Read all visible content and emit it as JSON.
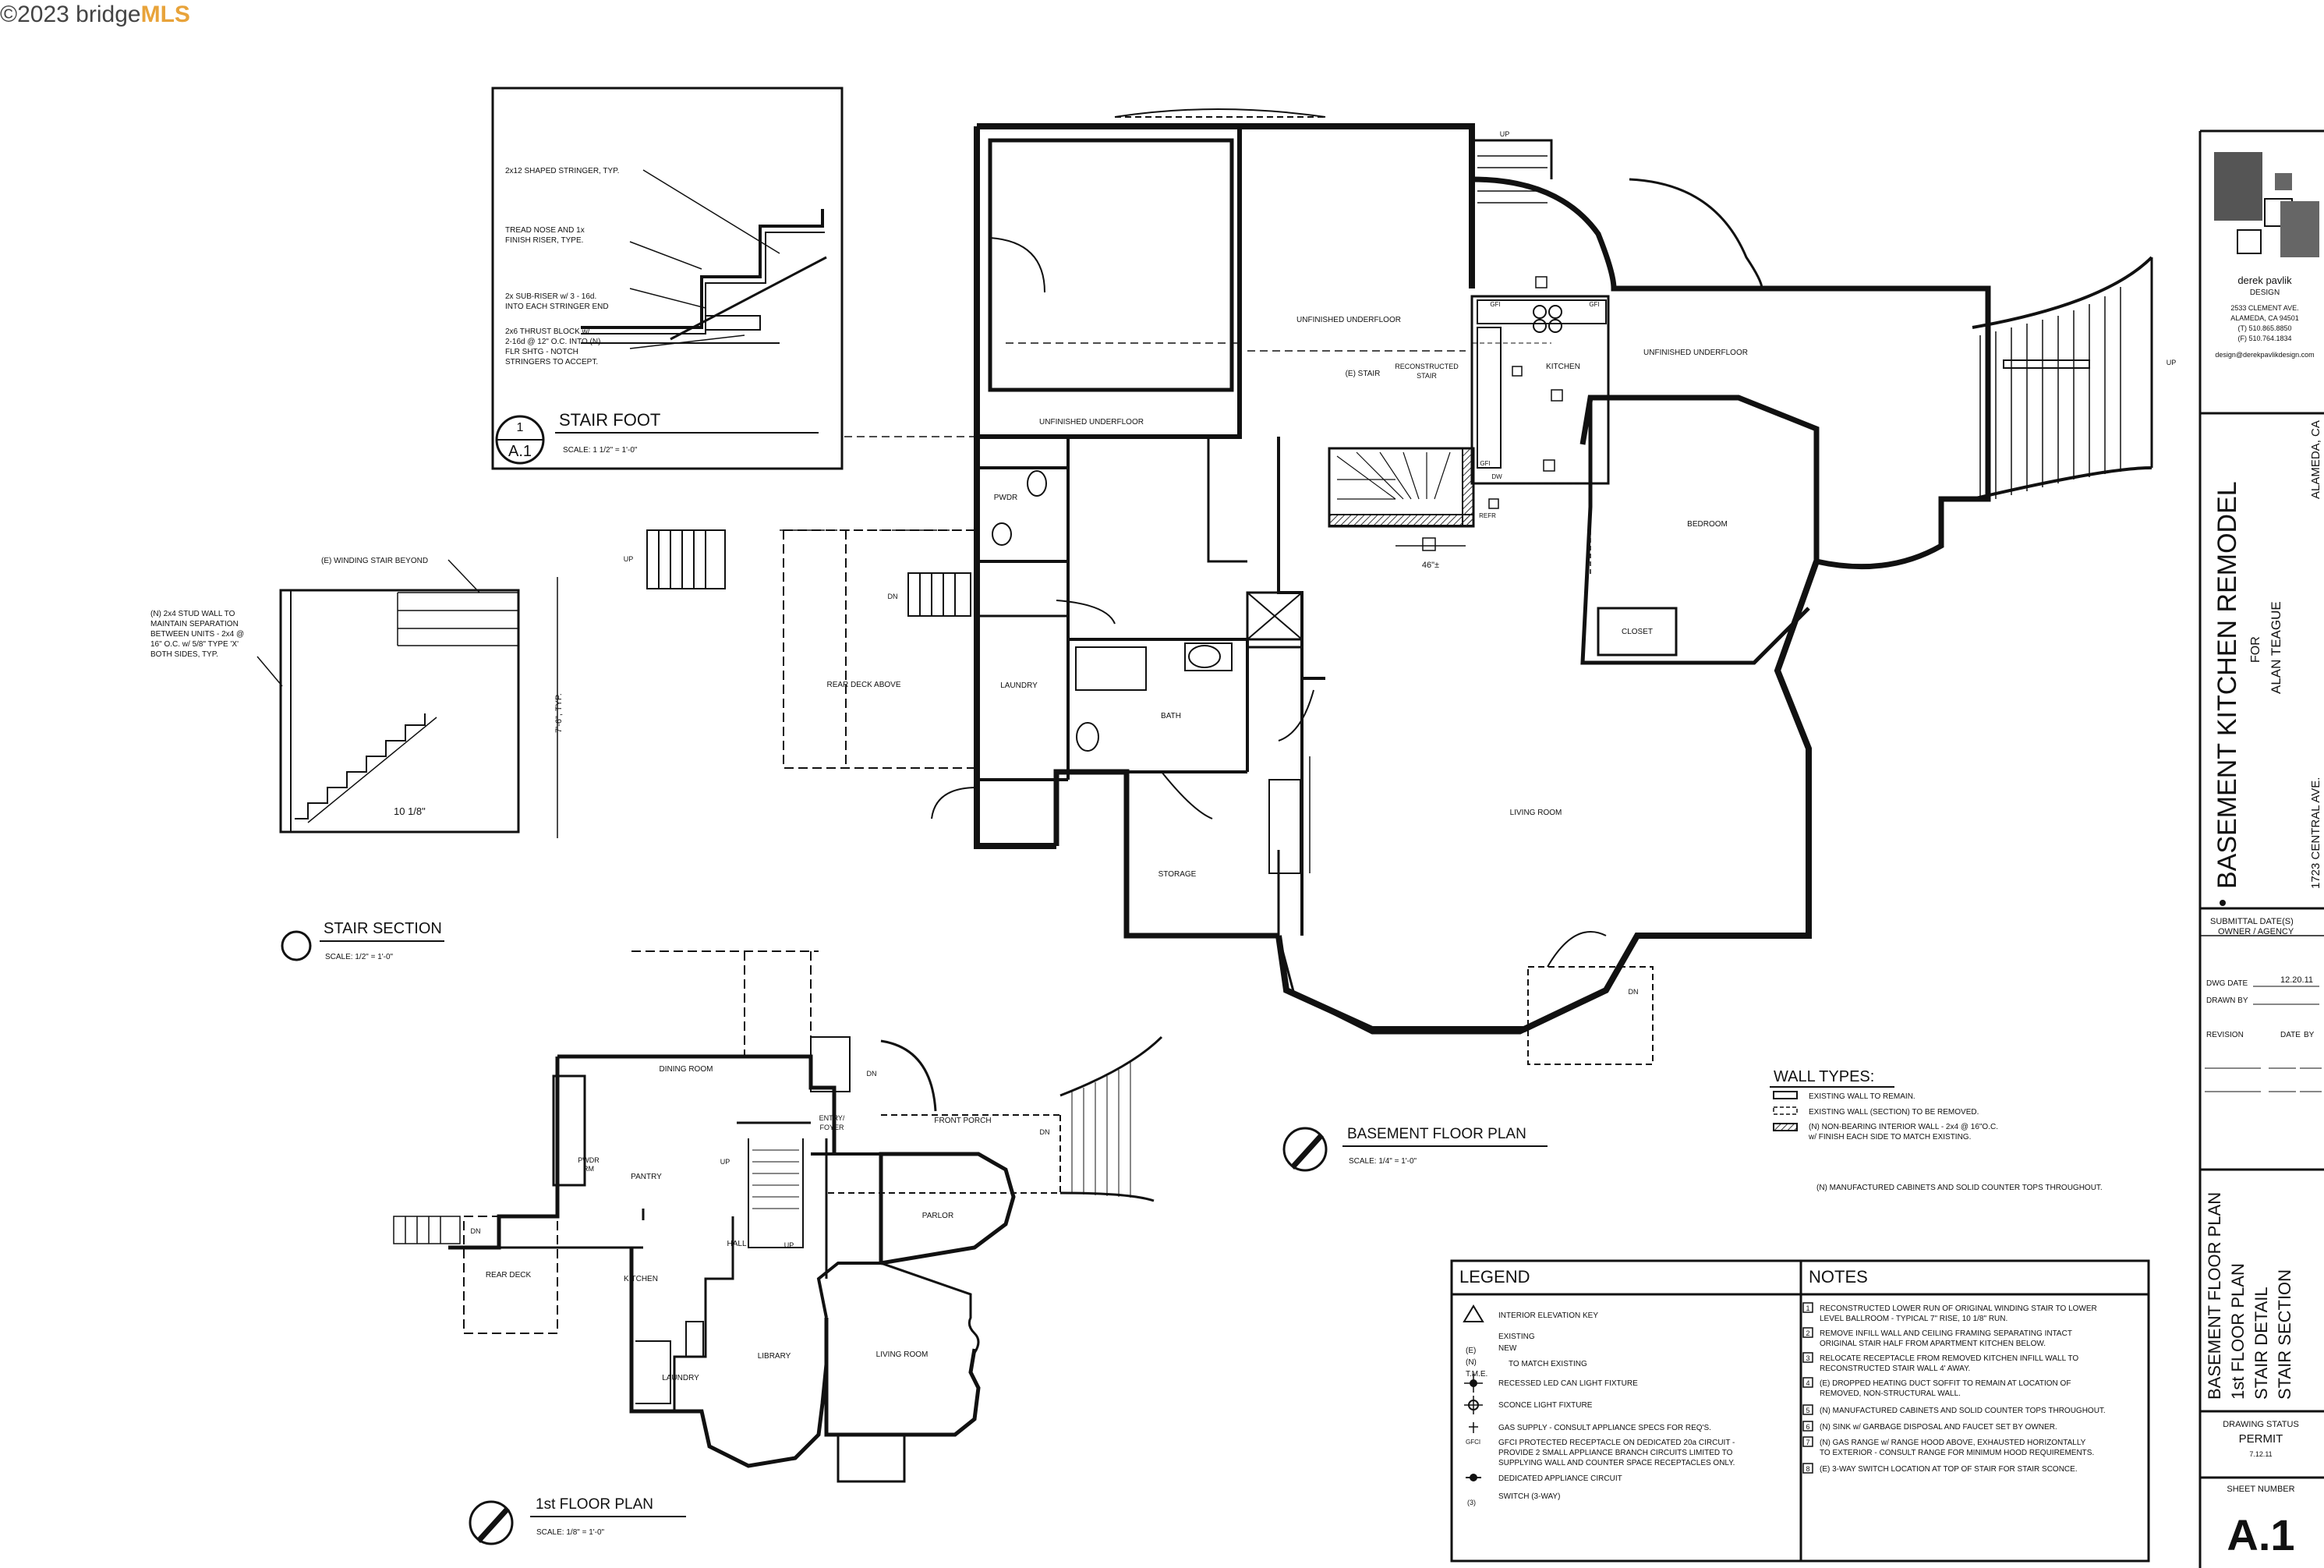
{
  "watermark": {
    "prefix": "©2023 bridge",
    "brand": "MLS"
  },
  "stair_foot": {
    "title": "STAIR FOOT",
    "detail_num": "1",
    "sheet": "A.1",
    "scale": "SCALE: 1 1/2\" = 1'-0\"",
    "notes": [
      "2x12 SHAPED STRINGER, TYP.",
      "TREAD NOSE AND 1x",
      "FINISH RISER, TYPE.",
      "2x SUB-RISER w/ 3 - 16d.",
      "INTO EACH STRINGER END",
      "2x6 THRUST BLOCK w/",
      "2-16d @ 12\" O.C. INTO (N)",
      "FLR SHTG - NOTCH",
      "STRINGERS TO ACCEPT."
    ]
  },
  "stair_section": {
    "title": "STAIR SECTION",
    "scale": "SCALE: 1/2\" = 1'-0\"",
    "beyond_note": "(E) WINDING STAIR BEYOND",
    "wall_notes": [
      "(N) 2x4 STUD WALL TO",
      "MAINTAIN SEPARATION",
      "BETWEEN UNITS - 2x4 @",
      "16\" O.C. w/ 5/8\" TYPE 'X'",
      "BOTH SIDES, TYP."
    ],
    "height_dim": "7'-6\", TYP.",
    "run_dim": "10 1/8\""
  },
  "basement": {
    "title": "BASEMENT FLOOR PLAN",
    "scale": "SCALE: 1/4\" = 1'-0\"",
    "rooms": {
      "unfinished_1": "UNFINISHED UNDERFLOOR",
      "unfinished_2": "UNFINISHED UNDERFLOOR",
      "unfinished_3": "UNFINISHED UNDERFLOOR",
      "e_stair": "(E) STAIR",
      "recon_stair_1": "RECONSTRUCTED",
      "recon_stair_2": "STAIR",
      "kitchen": "KITCHEN",
      "bedroom": "BEDROOM",
      "closet": "CLOSET",
      "pwdr": "PWDR",
      "laundry": "LAUNDRY",
      "bath": "BATH",
      "rear_deck": "REAR DECK ABOVE",
      "storage": "STORAGE",
      "living": "LIVING ROOM"
    },
    "marks": {
      "up": "UP",
      "dn": "DN",
      "dim_46": "46\"±",
      "gfi": "GFI",
      "refr": "REFR",
      "dw": "DW"
    }
  },
  "first_floor": {
    "title": "1st FLOOR PLAN",
    "scale": "SCALE: 1/8\" = 1'-0\"",
    "rooms": {
      "dining": "DINING ROOM",
      "entry_1": "ENTRY/",
      "entry_2": "FOYER",
      "front_porch": "FRONT PORCH",
      "pwdr_1": "PWDR",
      "pwdr_2": "RM",
      "pantry": "PANTRY",
      "hall": "HALL",
      "parlor": "PARLOR",
      "rear_deck": "REAR DECK",
      "kitchen": "KITCHEN",
      "library": "LIBRARY",
      "living": "LIVING ROOM",
      "laundry": "LAUNDRY"
    },
    "marks": {
      "up": "UP",
      "dn": "DN"
    }
  },
  "wall_types": {
    "title": "WALL TYPES:",
    "items": [
      "EXISTING WALL TO REMAIN.",
      "EXISTING WALL (SECTION) TO BE REMOVED."
    ],
    "new_wall_1": "(N) NON-BEARING INTERIOR WALL - 2x4 @ 16\"O.C.",
    "new_wall_2": "w/ FINISH EACH SIDE TO MATCH EXISTING.",
    "cabinet_note": "(N) MANUFACTURED CABINETS AND SOLID COUNTER TOPS THROUGHOUT."
  },
  "legend": {
    "title": "LEGEND",
    "items": [
      {
        "symbol": "",
        "text": "INTERIOR ELEVATION KEY"
      },
      {
        "symbol": "(E)",
        "text": "EXISTING"
      },
      {
        "symbol": "(N)",
        "text": "NEW"
      },
      {
        "symbol": "T.M.E.",
        "text": "TO MATCH EXISTING"
      },
      {
        "symbol": "",
        "text": "RECESSED LED CAN LIGHT FIXTURE"
      },
      {
        "symbol": "",
        "text": "SCONCE LIGHT FIXTURE"
      },
      {
        "symbol": "",
        "text": "GAS SUPPLY - CONSULT APPLIANCE SPECS FOR REQ'S."
      },
      {
        "symbol": "GFCI",
        "text": "GFCI PROTECTED RECEPTACLE ON DEDICATED 20a CIRCUIT -"
      },
      {
        "symbol": "",
        "text": "PROVIDE 2 SMALL APPLIANCE BRANCH CIRCUITS LIMITED TO"
      },
      {
        "symbol": "",
        "text": "SUPPLYING WALL AND COUNTER SPACE RECEPTACLES ONLY."
      },
      {
        "symbol": "",
        "text": "DEDICATED APPLIANCE CIRCUIT"
      },
      {
        "symbol": "(3)",
        "text": "SWITCH (3-WAY)"
      }
    ]
  },
  "notes": {
    "title": "NOTES",
    "items": [
      {
        "num": "1",
        "lines": [
          "RECONSTRUCTED LOWER RUN OF ORIGINAL WINDING STAIR TO LOWER",
          "LEVEL BALLROOM - TYPICAL 7\" RISE, 10 1/8\" RUN."
        ]
      },
      {
        "num": "2",
        "lines": [
          "REMOVE INFILL WALL AND CEILING FRAMING SEPARATING INTACT",
          "ORIGINAL STAIR HALF FROM APARTMENT KITCHEN BELOW."
        ]
      },
      {
        "num": "3",
        "lines": [
          "RELOCATE RECEPTACLE FROM REMOVED KITCHEN INFILL WALL TO",
          "RECONSTRUCTED STAIR WALL 4' AWAY."
        ]
      },
      {
        "num": "4",
        "lines": [
          "(E) DROPPED HEATING DUCT SOFFIT TO REMAIN AT LOCATION OF",
          "REMOVED, NON-STRUCTURAL WALL."
        ]
      },
      {
        "num": "5",
        "lines": [
          "(N) MANUFACTURED CABINETS AND SOLID COUNTER TOPS THROUGHOUT."
        ]
      },
      {
        "num": "6",
        "lines": [
          "(N) SINK w/ GARBAGE DISPOSAL AND FAUCET SET BY OWNER."
        ]
      },
      {
        "num": "7",
        "lines": [
          "(N) GAS RANGE w/ RANGE HOOD ABOVE, EXHAUSTED HORIZONTALLY",
          "TO EXTERIOR - CONSULT RANGE FOR MINIMUM HOOD REQUIREMENTS."
        ]
      },
      {
        "num": "8",
        "lines": [
          "(E) 3-WAY SWITCH LOCATION AT TOP OF STAIR FOR STAIR SCONCE."
        ]
      }
    ]
  },
  "title_block": {
    "firm": "derek pavlik",
    "firm_sub": "DESIGN",
    "address": [
      "2533 CLEMENT AVE.",
      "ALAMEDA, CA 94501",
      "(T) 510.865.8850",
      "(F) 510.764.1834",
      "design@derekpavlikdesign.com"
    ],
    "project": "BASEMENT KITCHEN REMODEL",
    "for": "FOR",
    "client": "ALAN TEAGUE",
    "city": "ALAMEDA, CA",
    "site": "1723 CENTRAL AVE.",
    "submittal_1": "SUBMITTAL DATE(S)",
    "submittal_2": "OWNER / AGENCY",
    "dwg_date_label": "DWG DATE",
    "dwg_date": "12.20.11",
    "drawn_by": "DRAWN BY",
    "revision": "REVISION",
    "date": "DATE",
    "by": "BY",
    "sheet_contents": [
      "BASEMENT FLOOR PLAN",
      "1st FLOOR PLAN",
      "STAIR DETAIL",
      "STAIR SECTION"
    ],
    "status_label": "DRAWING STATUS",
    "status": "PERMIT",
    "status_date": "7.12.11",
    "sheet_label": "SHEET NUMBER",
    "sheet_number": "A.1"
  }
}
